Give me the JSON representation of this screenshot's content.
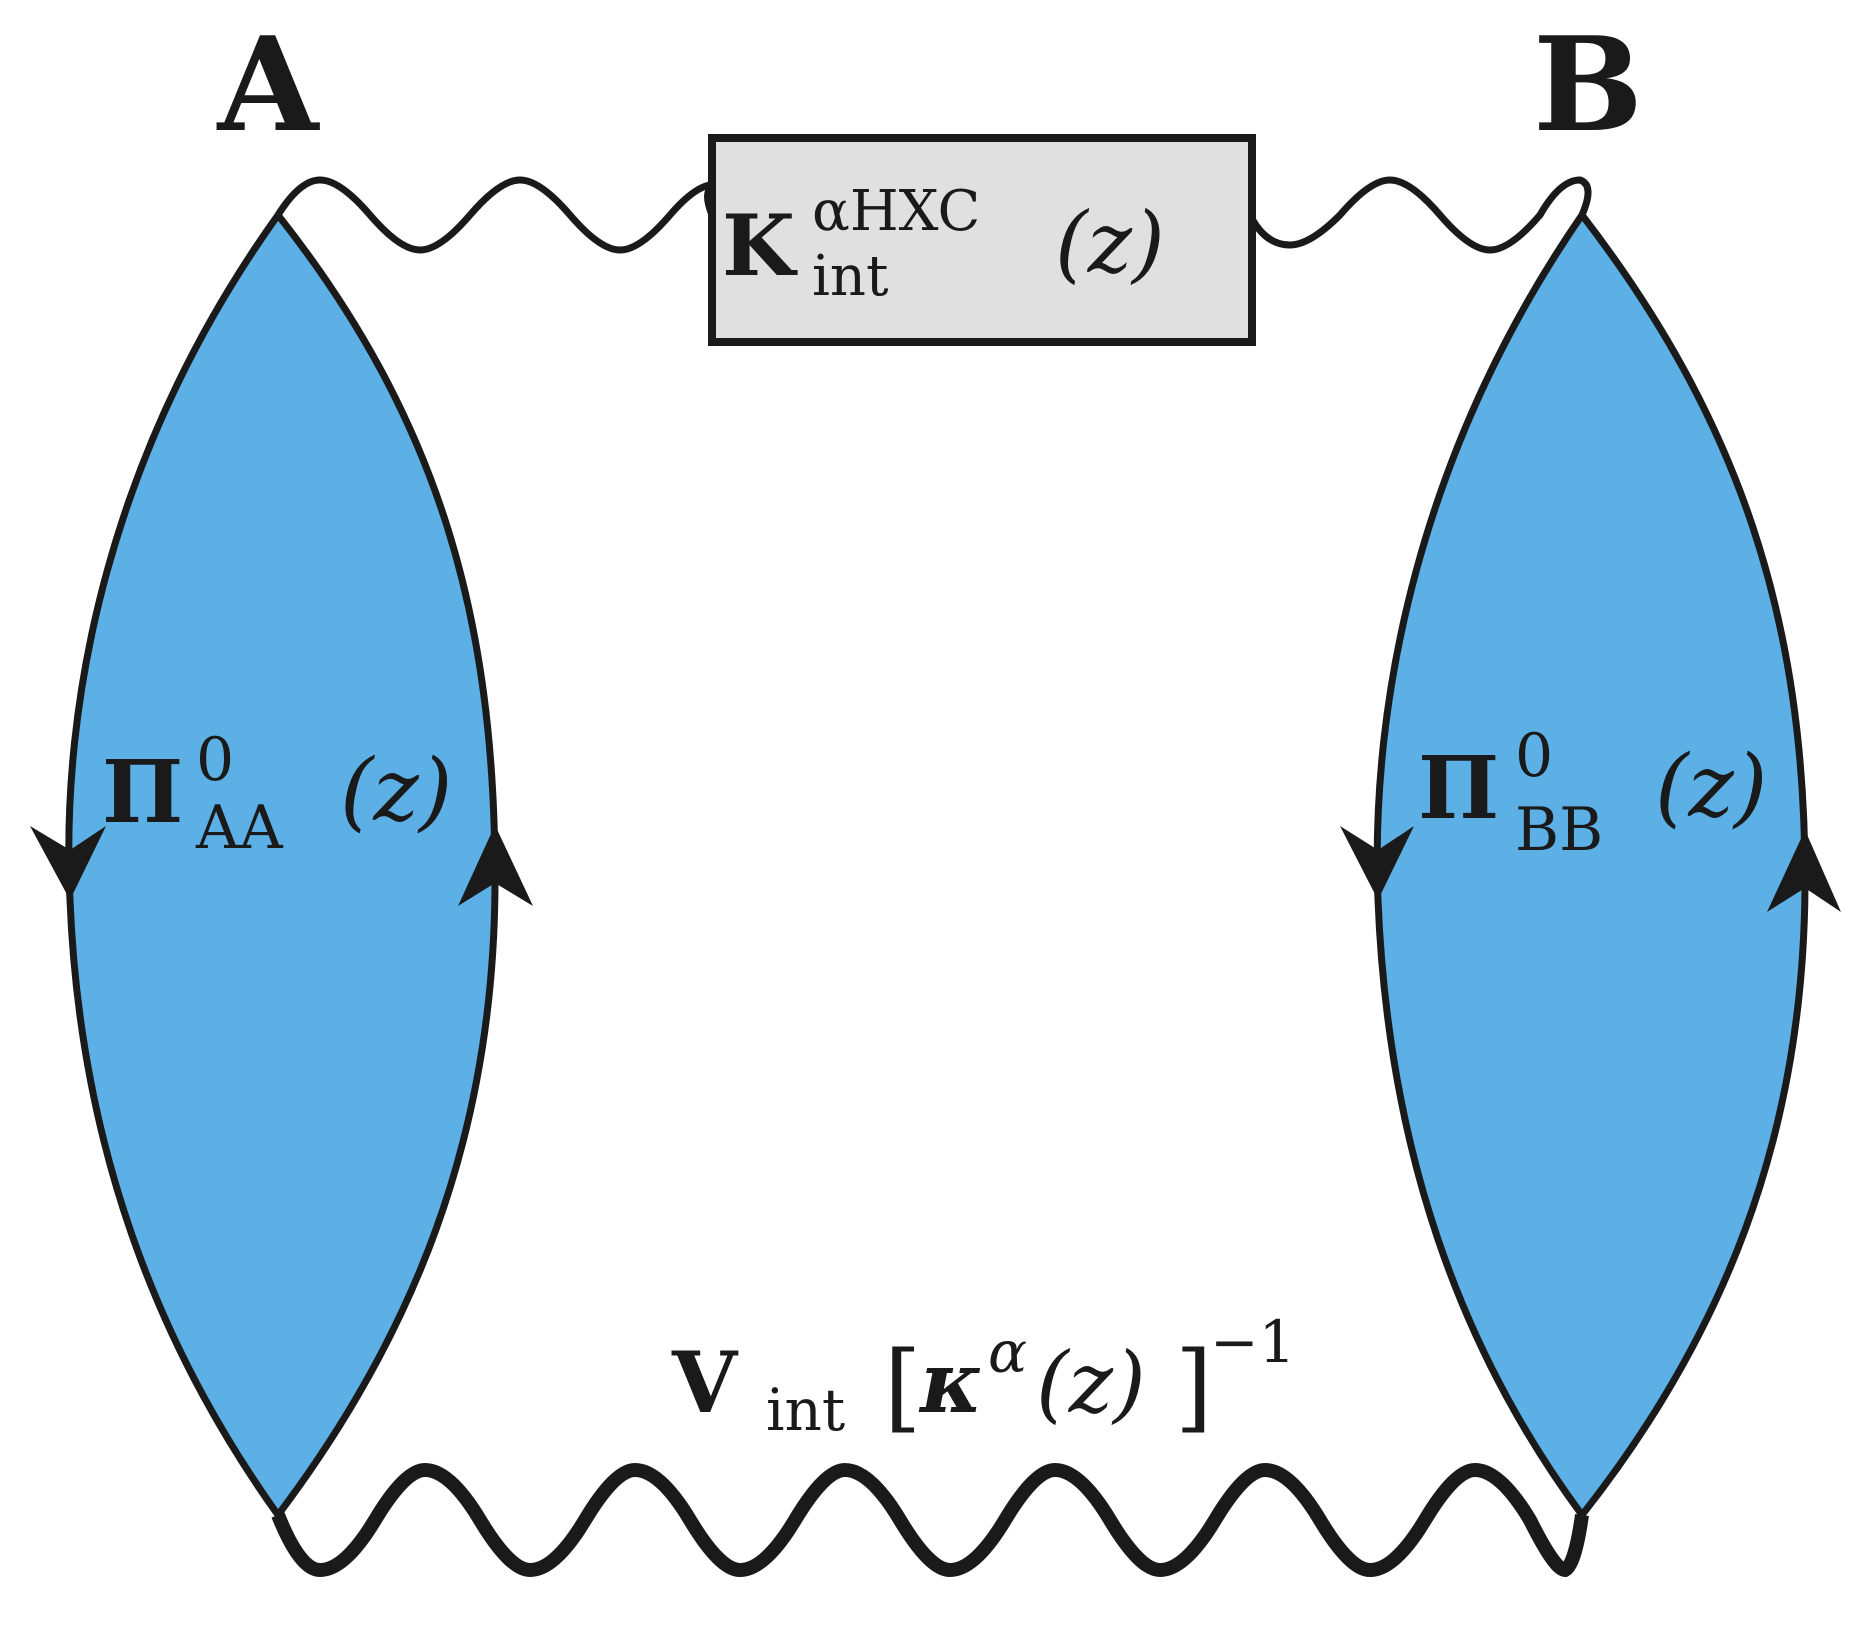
{
  "vertices": {
    "left": "A",
    "right": "B"
  },
  "kernel_box": {
    "symbol": "K",
    "subscript": "int",
    "superscript": "αHXC",
    "argument": "(z)",
    "fill": "#e0e0e0"
  },
  "bubble_left": {
    "symbol": "Π",
    "superscript": "0",
    "subscript": "AA",
    "argument": "(z)",
    "fill": "#5cb0e5"
  },
  "bubble_right": {
    "symbol": "Π",
    "superscript": "0",
    "subscript": "BB",
    "argument": "(z)",
    "fill": "#5cb0e5"
  },
  "interaction_line": {
    "symbol": "V",
    "subscript": "int",
    "open_bracket": "[",
    "kappa": "κ",
    "kappa_superscript": "α",
    "argument": "(z)",
    "close_bracket": "]",
    "exponent": "−1"
  }
}
